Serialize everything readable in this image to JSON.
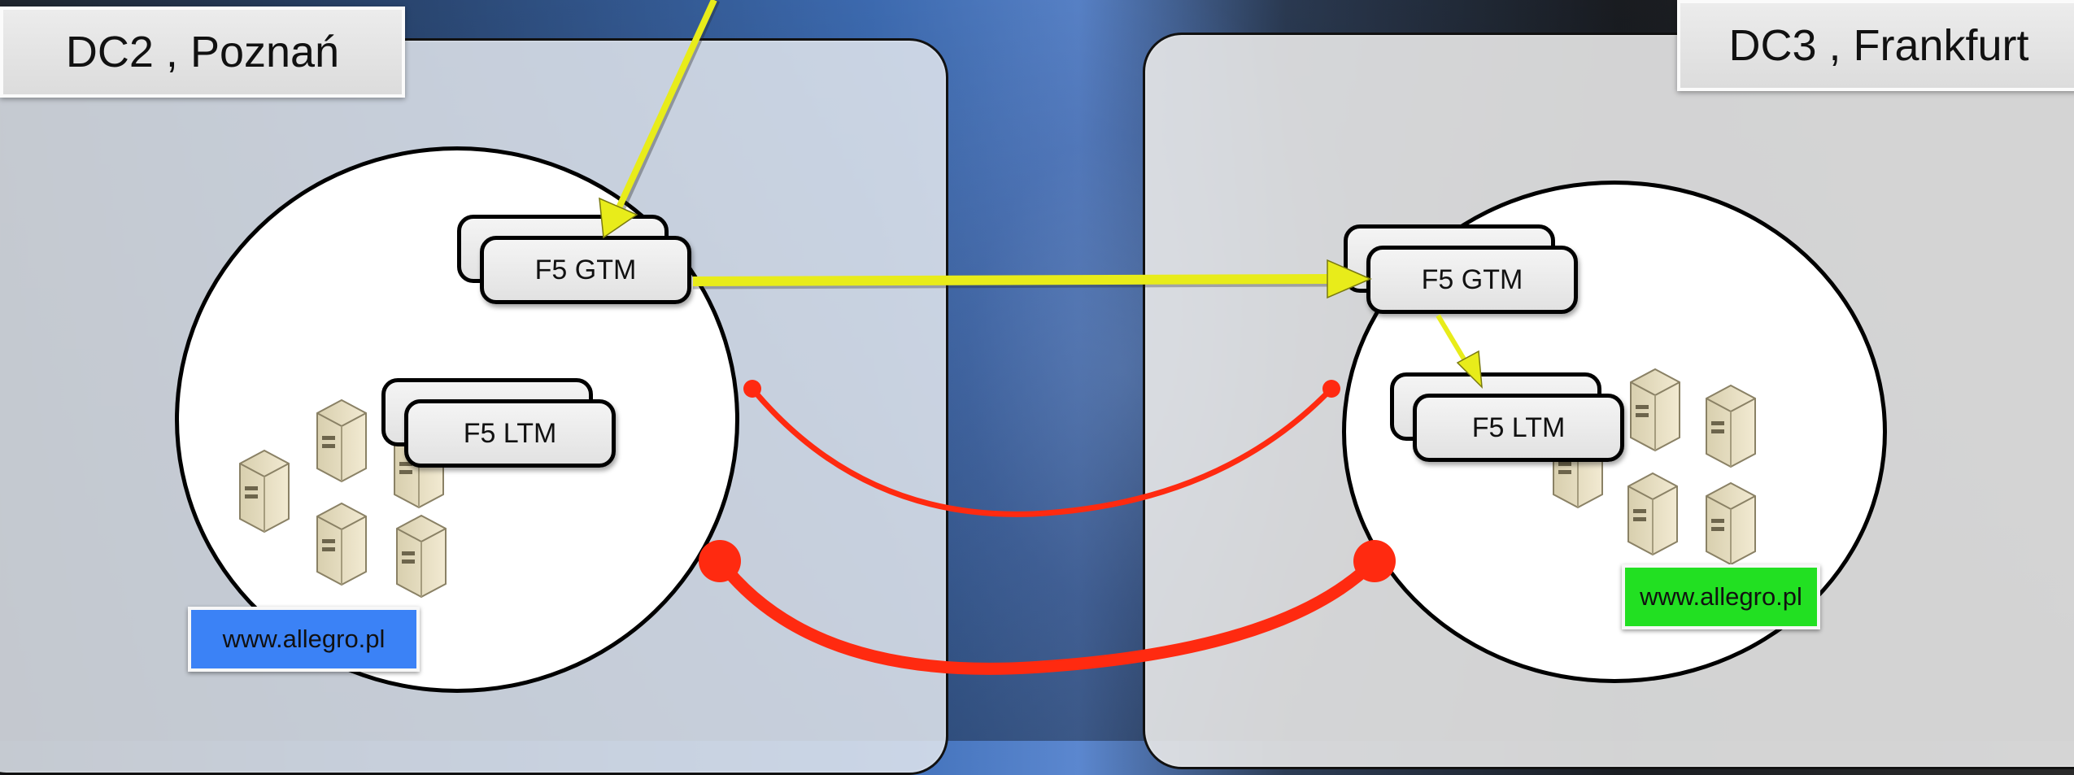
{
  "datacenters": [
    {
      "label": "DC2 , Poznań",
      "gtm_label": "F5 GTM",
      "ltm_label": "F5 LTM",
      "site": "www.allegro.pl",
      "site_color": "#3b82f6"
    },
    {
      "label": "DC3 , Frankfurt",
      "gtm_label": "F5 GTM",
      "ltm_label": "F5 LTM",
      "site": "www.allegro.pl",
      "site_color": "#22e022"
    }
  ],
  "colors": {
    "flow_arrow": "#e8ec1a",
    "link": "#ff2a10",
    "panel_dc2": "#e1e5ec",
    "panel_dc3": "#e8e8e8"
  },
  "icons": [
    "server-icon",
    "arrow-icon"
  ]
}
